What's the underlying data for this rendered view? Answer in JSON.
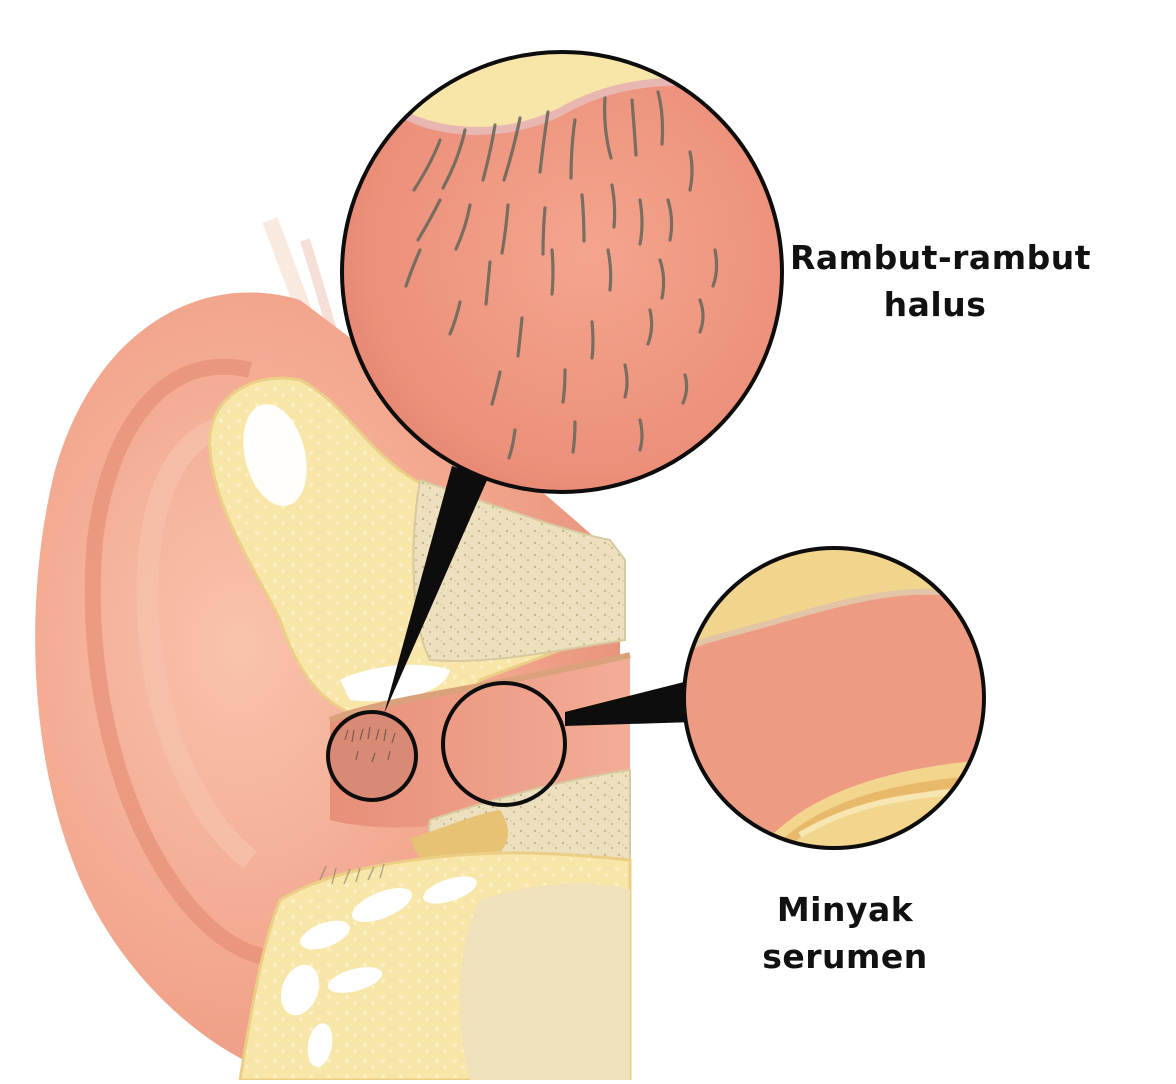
{
  "labels": {
    "fine_hairs": {
      "line1": "Rambut-rambut",
      "line2": "halus"
    },
    "earwax": {
      "line1": "Minyak",
      "line2": "serumen"
    }
  },
  "colors": {
    "skin": "#f2a58c",
    "skin_light": "#f9c8b4",
    "skin_dark": "#dd7f6a",
    "canal": "#ee9a84",
    "cartilage": "#f8e6a8",
    "cartilage_edge": "#f0d58a",
    "bone": "#ece0bf",
    "bone_speckle": "#c8b98a",
    "hair": "#6f6a5e",
    "outline": "#0d0d0d",
    "background": "#ffffff"
  }
}
